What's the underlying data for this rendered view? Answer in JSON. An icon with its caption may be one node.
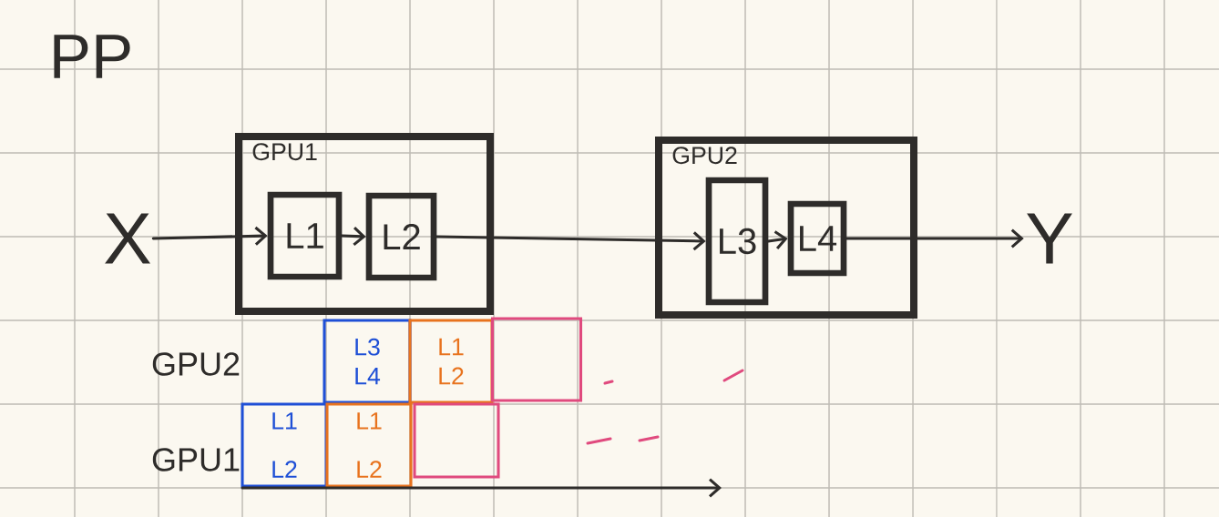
{
  "diagram": {
    "title": "PP",
    "nodes": [
      {
        "text": [
          "X"
        ]
      },
      {
        "text": [
          "GPU1"
        ]
      },
      {
        "text": [
          "L1"
        ],
        "in": 1
      },
      {
        "text": [
          "L2"
        ],
        "in": 1
      },
      {
        "text": [
          "GPU2"
        ]
      },
      {
        "text": [
          "L3"
        ],
        "in": 4
      },
      {
        "text": [
          "L4"
        ],
        "in": 4
      },
      {
        "text": [
          "Y"
        ]
      },
      {
        "text": [
          "L3 L4"
        ]
      },
      {
        "text": [
          "L1 L2"
        ]
      },
      {
        "text": [],
        "shape": "box"
      },
      {
        "text": [
          "L1 L2"
        ]
      },
      {
        "text": [
          "L1 L2"
        ]
      },
      {
        "text": [],
        "shape": "box"
      }
    ],
    "edges": [
      {
        "from": 0,
        "to": 2,
        "arrow": "to"
      },
      {
        "from": 2,
        "to": 3,
        "arrow": "to"
      },
      {
        "from": 3,
        "to": 5,
        "arrow": "to"
      },
      {
        "from": 5,
        "to": 6,
        "arrow": "to"
      },
      {
        "from": 6,
        "to": 7,
        "arrow": "to"
      }
    ],
    "labels": [
      "GPU2",
      "GPU1"
    ]
  }
}
